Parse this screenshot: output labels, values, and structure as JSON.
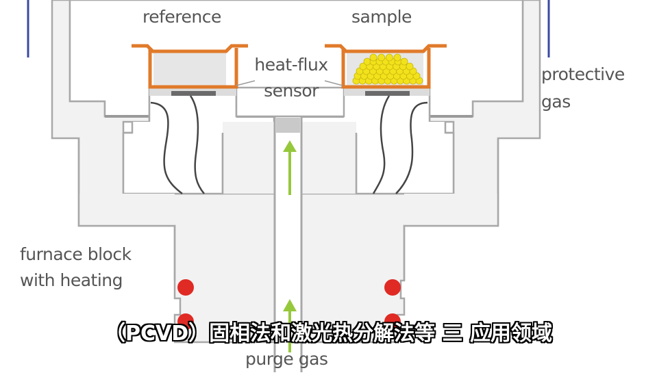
{
  "diagram": {
    "title": "Heat-flux DSC cell schematic",
    "labels": {
      "reference": "reference",
      "sample": "sample",
      "sensor_line1": "heat-flux",
      "sensor_line2": "sensor",
      "protective_line1": "protective",
      "protective_line2": "gas",
      "furnace_line1": "furnace block",
      "furnace_line2": "with heating",
      "purge": "purge gas"
    },
    "colors": {
      "furnace_fill": "#f2f2f2",
      "wall_stroke": "#a8a8a8",
      "pan": "#e07a2a",
      "pan_inner": "#e6e6e6",
      "sample_beads": "#f2e21c",
      "heater": "#e02a24",
      "purge_arrow": "#96c83c",
      "protective_line": "#3a4aa0",
      "wire": "#444444",
      "sensor_plate": "#6a6a6a"
    }
  },
  "subtitle": {
    "text": "（PCVD）固相法和激光热分解法等 三 应用领域"
  }
}
